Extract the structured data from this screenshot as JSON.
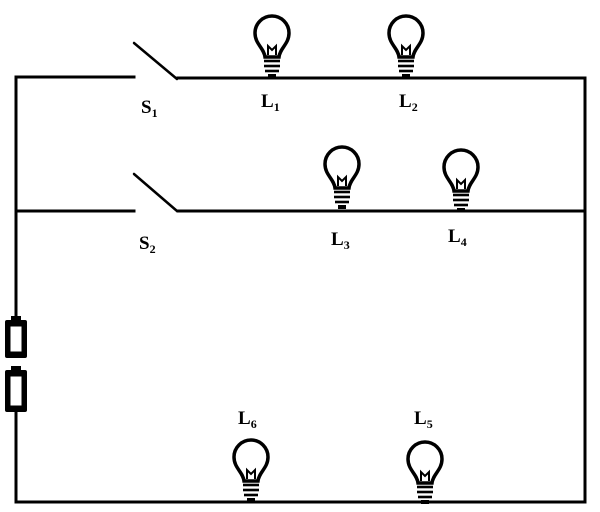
{
  "switches": [
    {
      "name": "S",
      "sub": "1"
    },
    {
      "name": "S",
      "sub": "2"
    }
  ],
  "lamps": [
    {
      "name": "L",
      "sub": "1"
    },
    {
      "name": "L",
      "sub": "2"
    },
    {
      "name": "L",
      "sub": "3"
    },
    {
      "name": "L",
      "sub": "4"
    },
    {
      "name": "L",
      "sub": "5"
    },
    {
      "name": "L",
      "sub": "6"
    }
  ]
}
